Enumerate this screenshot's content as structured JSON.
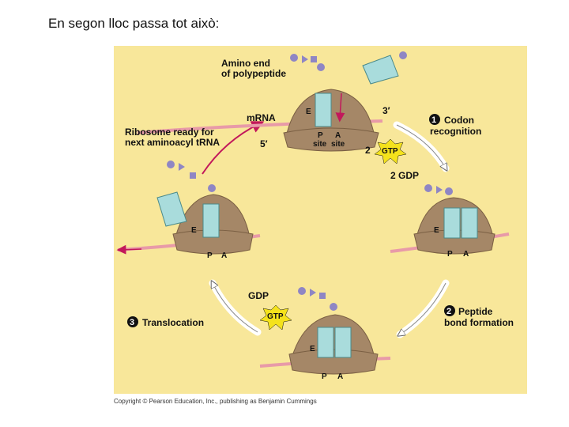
{
  "slide": {
    "title": "En segon lloc passa tot això:"
  },
  "figure": {
    "labels": {
      "amino_end_line1": "Amino end",
      "amino_end_line2": "of polypeptide",
      "mrna": "mRNA",
      "three_prime": "3′",
      "five_prime": "5′",
      "ribosome_ready_line1": "Ribosome ready for",
      "ribosome_ready_line2": "next aminoacyl tRNA",
      "p_site_line1": "P",
      "p_site_line2": "site",
      "a_site_line1": "A",
      "a_site_line2": "site",
      "gtp_count": "2",
      "gtp": "GTP",
      "gdp_top": "2 GDP",
      "gdp_bottom": "GDP",
      "gtp_bottom": "GTP",
      "e": "E",
      "p": "P",
      "a": "A"
    },
    "steps": [
      {
        "number": "1",
        "line1": "Codon",
        "line2": "recognition"
      },
      {
        "number": "2",
        "line1": "Peptide",
        "line2": "bond formation"
      },
      {
        "number": "3",
        "line1": "Translocation",
        "line2": ""
      }
    ],
    "copyright": "Copyright © Pearson Education, Inc., publishing as Benjamin Cummings"
  },
  "colors": {
    "background": "#f8e79a",
    "ribosome": "#a58767",
    "ribosome_dark": "#7a5f43",
    "trna": "#a9dcdc",
    "mrna": "#e89aa8",
    "peptide": "#8f86c4",
    "gtp_star": "#f4e21c",
    "arrow_red": "#c2185b"
  }
}
